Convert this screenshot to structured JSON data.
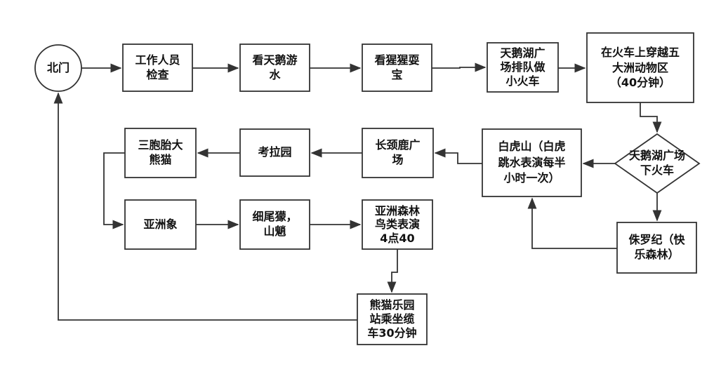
{
  "diagram": {
    "nodes": {
      "north_gate": "北门",
      "staff_check": "工作人员\n检查",
      "watch_swans": "看天鹅游\n水",
      "watch_orangutan": "看猩猩耍\n宝",
      "swan_lake_square_queue": "天鹅湖广\n场排队做\n小火车",
      "train_ride": "在火车上穿越五\n大洲动物区\n（40分钟）",
      "swan_lake_get_off": "天鹅湖广场\n下火车",
      "jurassic": "侏罗纪（快\n乐森林）",
      "white_tiger_hill": "白虎山（白虎\n跳水表演每半\n小时一次）",
      "giraffe_square": "长颈鹿广\n场",
      "koala_garden": "考拉园",
      "panda_triplets": "三胞胎大\n熊猫",
      "asian_elephant": "亚洲象",
      "slender_loris_mandrill": "细尾獴，\n山魈",
      "asian_forest_bird_show": "亚洲森林\n鸟类表演\n4点40",
      "panda_station_cable_car": "熊猫乐园\n站乘坐缆\n车30分钟"
    }
  }
}
